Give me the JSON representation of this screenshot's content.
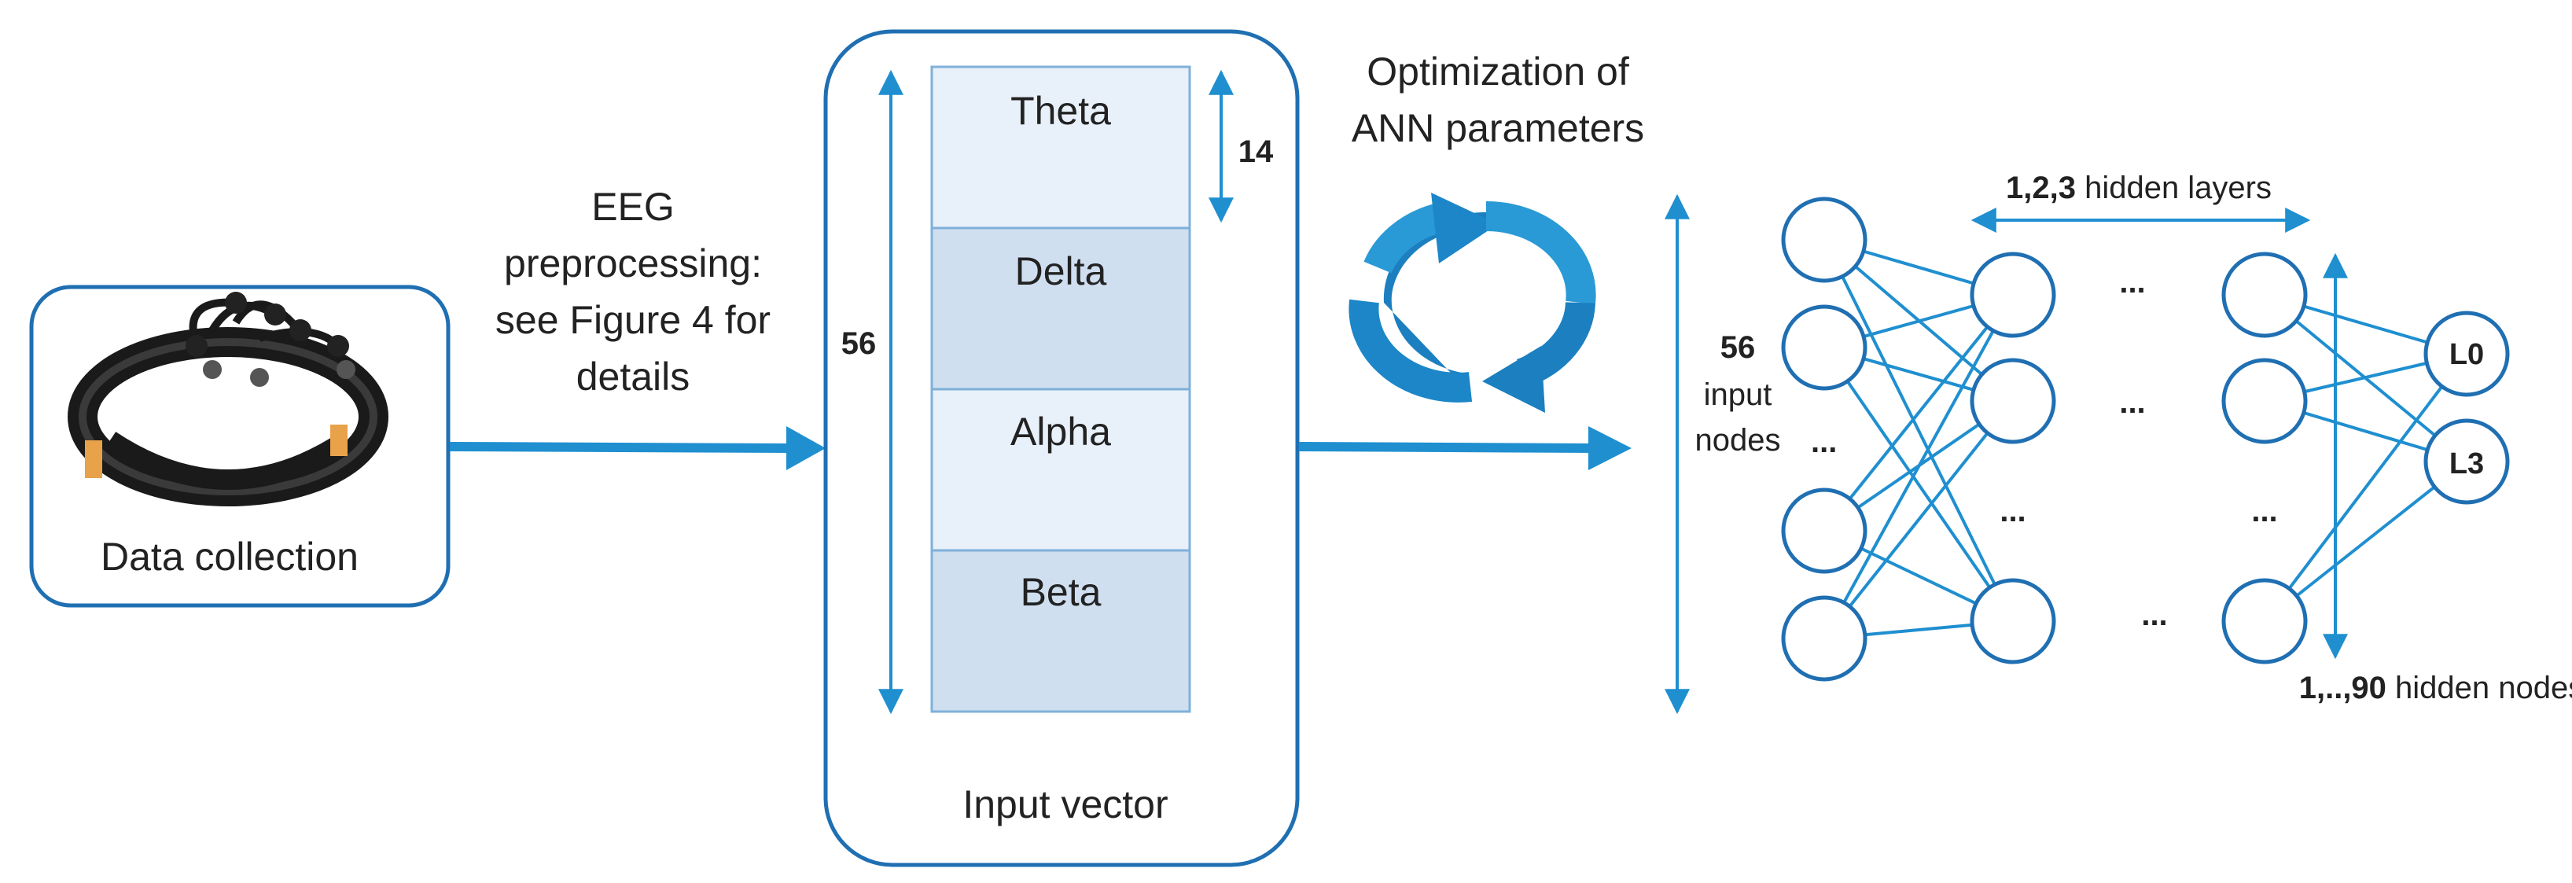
{
  "data_collection": {
    "label": "Data collection",
    "device_icon": "eeg-headset-icon"
  },
  "preprocessing": {
    "line1": "EEG",
    "line2": "preprocessing:",
    "line3": "see Figure 4 for",
    "line4": "details"
  },
  "input_vector": {
    "label": "Input vector",
    "total_count": "56",
    "band_count": "14",
    "bands": [
      "Theta",
      "Delta",
      "Alpha",
      "Beta"
    ]
  },
  "optimization": {
    "line1": "Optimization of",
    "line2": "ANN parameters",
    "cycle_icon": "circular-arrows-icon"
  },
  "network": {
    "input_count": "56",
    "input_label_1": "input",
    "input_label_2": "nodes",
    "layers_bold": "1,2,3",
    "layers_text": " hidden layers",
    "nodes_bold": "1,..,90",
    "nodes_text": " hidden nodes",
    "ellipsis": "...",
    "outputs": [
      "L0",
      "L3"
    ]
  },
  "colors": {
    "accent": "#1f8fd0",
    "box_border": "#1f6fb2",
    "band_light": "#e8f0f9",
    "band_dark": "#cfdff0"
  }
}
